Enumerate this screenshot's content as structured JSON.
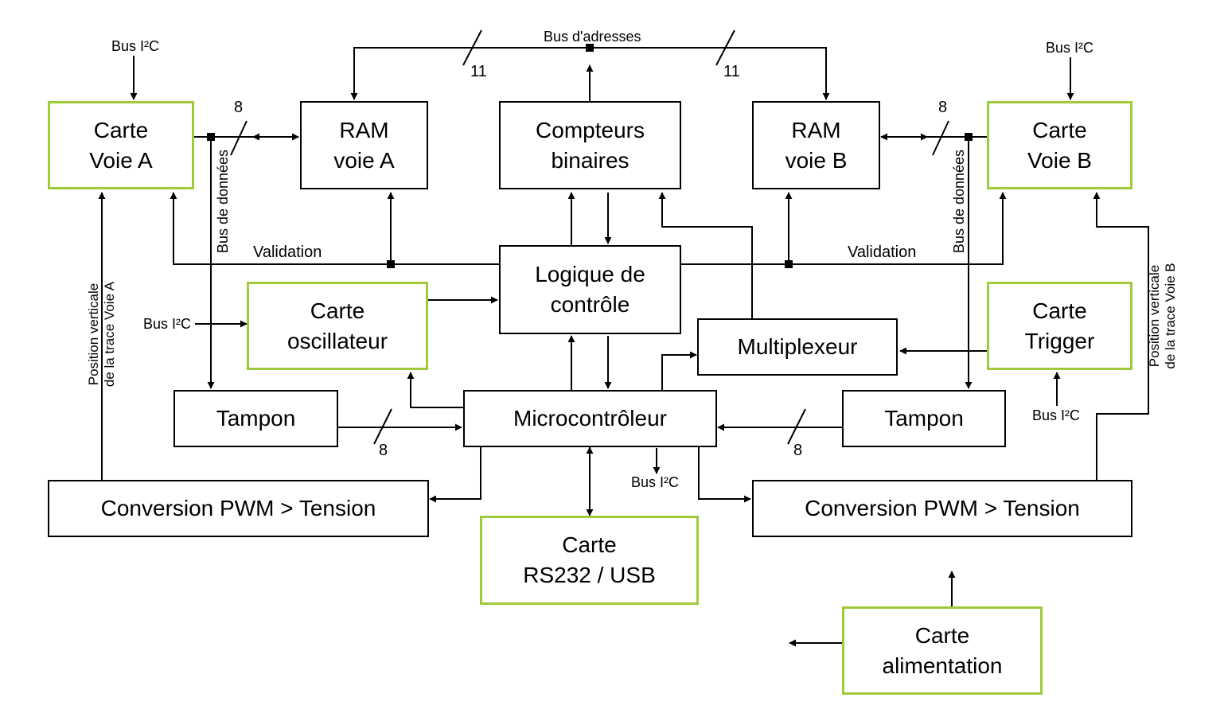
{
  "blocks": {
    "carte_voie_a": "Carte\nVoie A",
    "ram_voie_a": "RAM\nvoie A",
    "compteurs": "Compteurs\nbinaires",
    "ram_voie_b": "RAM\nvoie B",
    "carte_voie_b": "Carte\nVoie B",
    "logique": "Logique de\ncontrôle",
    "oscillateur": "Carte\noscillateur",
    "multiplexeur": "Multiplexeur",
    "trigger": "Carte\nTrigger",
    "tampon_a": "Tampon",
    "microcontroleur": "Microcontrôleur",
    "tampon_b": "Tampon",
    "pwm_a": "Conversion PWM > Tension",
    "pwm_b": "Conversion PWM > Tension",
    "rs232": "Carte\nRS232 / USB",
    "alimentation": "Carte\nalimentation"
  },
  "labels": {
    "bus_i2c": "Bus I²C",
    "bus_adresses": "Bus d'adresses",
    "bus_donnees": "Bus de données",
    "validation": "Validation",
    "width_11": "11",
    "width_8": "8",
    "position_a": "Position verticale\nde la trace Voie A",
    "position_b": "Position verticale\nde la trace Voie B"
  },
  "colors": {
    "card_border": "#9fcb3a",
    "line": "#000000"
  }
}
